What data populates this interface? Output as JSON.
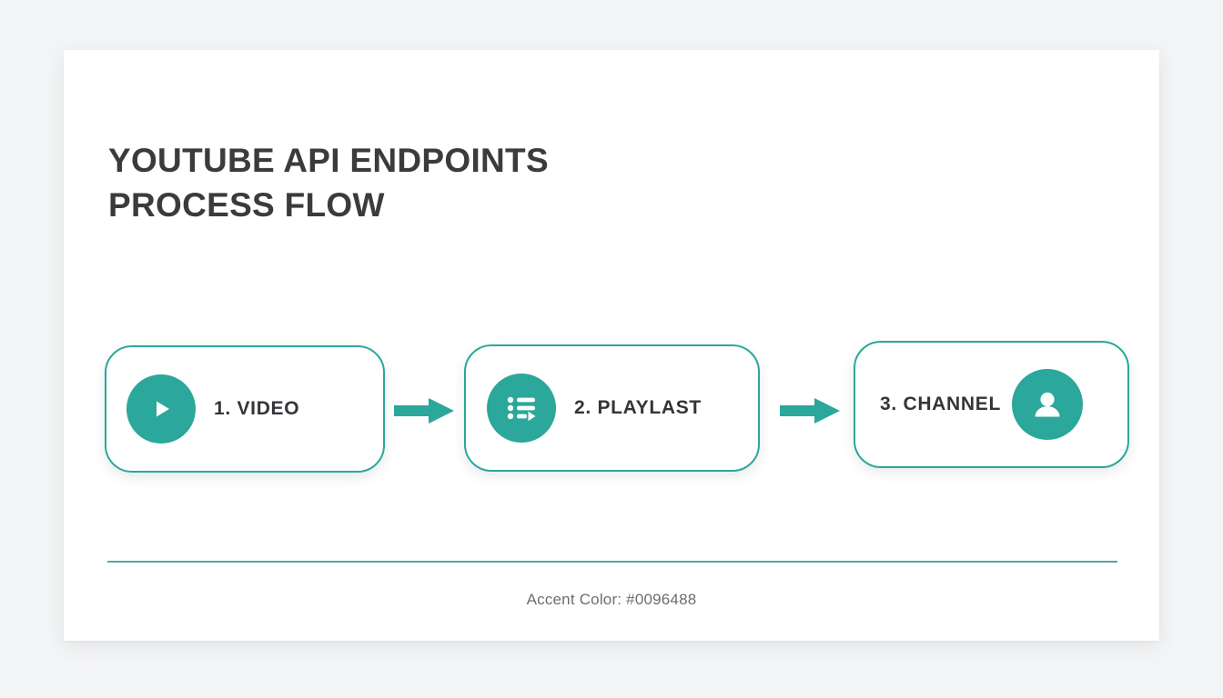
{
  "slide": {
    "title": "YOUTUBE API ENDPOINTS\nPROCESS FLOW",
    "footer_note": "Accent Color: #0096488",
    "accent_color": "#0096488",
    "accent_color_rendered": "#2ba79b",
    "title_color": "#3a3b3c",
    "background_color": "#f4f5f6",
    "panel_color": "#ffffff"
  },
  "flow": {
    "steps": [
      {
        "label": "1. VIDEO",
        "icon": "play-icon",
        "icon_position": "left",
        "step_number": "1"
      },
      {
        "label": "2. PLAYLAST",
        "icon": "playlist-icon",
        "icon_position": "left",
        "step_number": "2"
      },
      {
        "label": "3. CHANNEL",
        "icon": "person-icon",
        "icon_position": "right",
        "step_number": "3"
      }
    ],
    "connectors": [
      {
        "name": "arrow-right-icon"
      },
      {
        "name": "arrow-right-icon"
      }
    ]
  }
}
